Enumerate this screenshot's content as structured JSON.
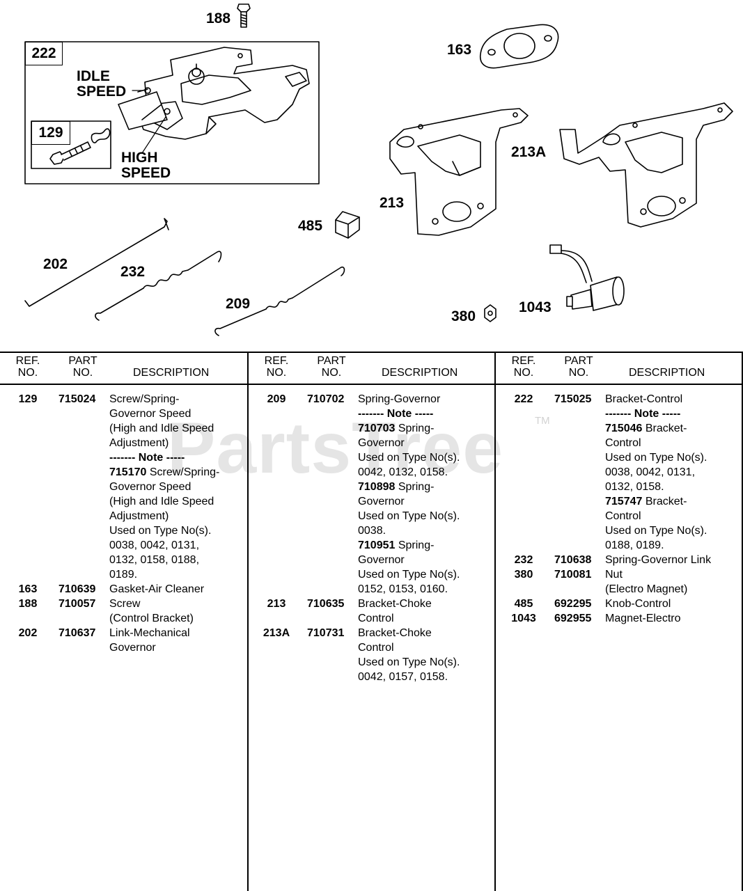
{
  "diagram": {
    "callouts": {
      "p188": "188",
      "p163": "163",
      "p213a": "213A",
      "p213": "213",
      "p485": "485",
      "p202": "202",
      "p232": "232",
      "p209": "209",
      "p380": "380",
      "p1043": "1043"
    },
    "inset": {
      "number": "222",
      "sub_number": "129",
      "idle_label_1": "IDLE",
      "idle_label_2": "SPEED",
      "high_label_1": "HIGH",
      "high_label_2": "SPEED"
    }
  },
  "watermark": {
    "text": "PartsTree",
    "tm": "TM"
  },
  "table": {
    "headers": {
      "ref_1": "REF.",
      "ref_2": "NO.",
      "part_1": "PART",
      "part_2": "NO.",
      "description": "DESCRIPTION"
    },
    "columns": [
      [
        {
          "ref": "129",
          "part": "715024",
          "lines": [
            {
              "t": "Screw/Spring-"
            },
            {
              "t": "Governor Speed"
            },
            {
              "t": "(High and Idle Speed"
            },
            {
              "t": "Adjustment)"
            },
            {
              "t": "------- Note -----",
              "b": true
            },
            {
              "bp": "715170",
              "t": " Screw/Spring-"
            },
            {
              "t": "Governor Speed"
            },
            {
              "t": "(High and Idle Speed"
            },
            {
              "t": "Adjustment)"
            },
            {
              "t": "Used on Type No(s)."
            },
            {
              "t": "0038, 0042, 0131,"
            },
            {
              "t": "0132, 0158, 0188,"
            },
            {
              "t": "0189."
            }
          ]
        },
        {
          "ref": "163",
          "part": "710639",
          "lines": [
            {
              "t": "Gasket-Air Cleaner"
            }
          ]
        },
        {
          "ref": "188",
          "part": "710057",
          "lines": [
            {
              "t": "Screw"
            },
            {
              "t": "(Control Bracket)"
            }
          ]
        },
        {
          "ref": "202",
          "part": "710637",
          "lines": [
            {
              "t": "Link-Mechanical"
            },
            {
              "t": "Governor"
            }
          ]
        }
      ],
      [
        {
          "ref": "209",
          "part": "710702",
          "lines": [
            {
              "t": "Spring-Governor"
            },
            {
              "t": "------- Note -----",
              "b": true
            },
            {
              "bp": "710703",
              "t": " Spring-"
            },
            {
              "t": "Governor"
            },
            {
              "t": "Used on Type No(s)."
            },
            {
              "t": "0042, 0132, 0158."
            },
            {
              "bp": "710898",
              "t": " Spring-"
            },
            {
              "t": "Governor"
            },
            {
              "t": "Used on Type No(s)."
            },
            {
              "t": "0038."
            },
            {
              "bp": "710951",
              "t": " Spring-"
            },
            {
              "t": "Governor"
            },
            {
              "t": "Used on Type No(s)."
            },
            {
              "t": "0152, 0153, 0160."
            }
          ]
        },
        {
          "ref": "213",
          "part": "710635",
          "lines": [
            {
              "t": "Bracket-Choke"
            },
            {
              "t": "Control"
            }
          ]
        },
        {
          "ref": "213A",
          "part": "710731",
          "lines": [
            {
              "t": "Bracket-Choke"
            },
            {
              "t": "Control"
            },
            {
              "t": "Used on Type No(s)."
            },
            {
              "t": "0042, 0157, 0158."
            }
          ]
        }
      ],
      [
        {
          "ref": "222",
          "part": "715025",
          "lines": [
            {
              "t": "Bracket-Control"
            },
            {
              "t": "------- Note -----",
              "b": true
            },
            {
              "bp": "715046",
              "t": " Bracket-"
            },
            {
              "t": "Control"
            },
            {
              "t": "Used on Type No(s)."
            },
            {
              "t": "0038, 0042, 0131,"
            },
            {
              "t": "0132, 0158."
            },
            {
              "bp": "715747",
              "t": " Bracket-"
            },
            {
              "t": "Control"
            },
            {
              "t": "Used on Type No(s)."
            },
            {
              "t": "0188, 0189."
            }
          ]
        },
        {
          "ref": "232",
          "part": "710638",
          "lines": [
            {
              "t": "Spring-Governor Link"
            }
          ]
        },
        {
          "ref": "380",
          "part": "710081",
          "lines": [
            {
              "t": "Nut"
            },
            {
              "t": "(Electro Magnet)"
            }
          ]
        },
        {
          "ref": "485",
          "part": "692295",
          "lines": [
            {
              "t": "Knob-Control"
            }
          ]
        },
        {
          "ref": "1043",
          "part": "692955",
          "lines": [
            {
              "t": "Magnet-Electro"
            }
          ]
        }
      ]
    ]
  }
}
